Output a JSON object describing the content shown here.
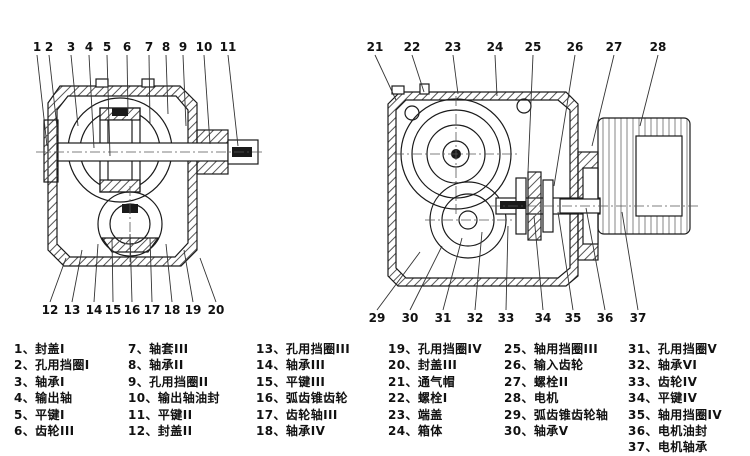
{
  "colors": {
    "background": "#ffffff",
    "line": "#1a1a1a",
    "text": "#111111"
  },
  "callouts": {
    "left_top": [
      "1",
      "2",
      "3",
      "4",
      "5",
      "6",
      "7",
      "8",
      "9",
      "10",
      "11"
    ],
    "left_bottom": [
      "12",
      "13",
      "14",
      "15",
      "16",
      "17",
      "18",
      "19",
      "20"
    ],
    "right_top": [
      "21",
      "22",
      "23",
      "24",
      "25",
      "26",
      "27",
      "28"
    ],
    "right_bottom": [
      "29",
      "30",
      "31",
      "32",
      "33",
      "34",
      "35",
      "36",
      "37"
    ]
  },
  "legend": {
    "columns": [
      {
        "items": [
          "1、封盖I",
          "2、孔用挡圈I",
          "3、轴承I",
          "4、输出轴",
          "5、平键I",
          "6、齿轮III"
        ]
      },
      {
        "items": [
          "7、轴套III",
          "8、轴承II",
          "9、孔用挡圈II",
          "10、输出轴油封",
          "11、平键II",
          "12、封盖II"
        ]
      },
      {
        "items": [
          "13、孔用挡圈III",
          "14、轴承III",
          "15、平键III",
          "16、弧齿锥齿轮",
          "17、齿轮轴III",
          "18、轴承IV"
        ]
      },
      {
        "items": [
          "19、孔用挡圈IV",
          "20、封盖III",
          "21、通气帽",
          "22、螺栓I",
          "23、端盖",
          "24、箱体"
        ]
      },
      {
        "items": [
          "25、轴用挡圈III",
          "26、输入齿轮",
          "27、螺栓II",
          "28、电机",
          "29、弧齿锥齿轮轴",
          "30、轴承V"
        ]
      },
      {
        "items": [
          "31、孔用挡圈V",
          "32、轴承VI",
          "33、齿轮IV",
          "34、平键IV",
          "35、轴用挡圈IV",
          "36、电机油封",
          "37、电机轴承"
        ]
      }
    ]
  }
}
